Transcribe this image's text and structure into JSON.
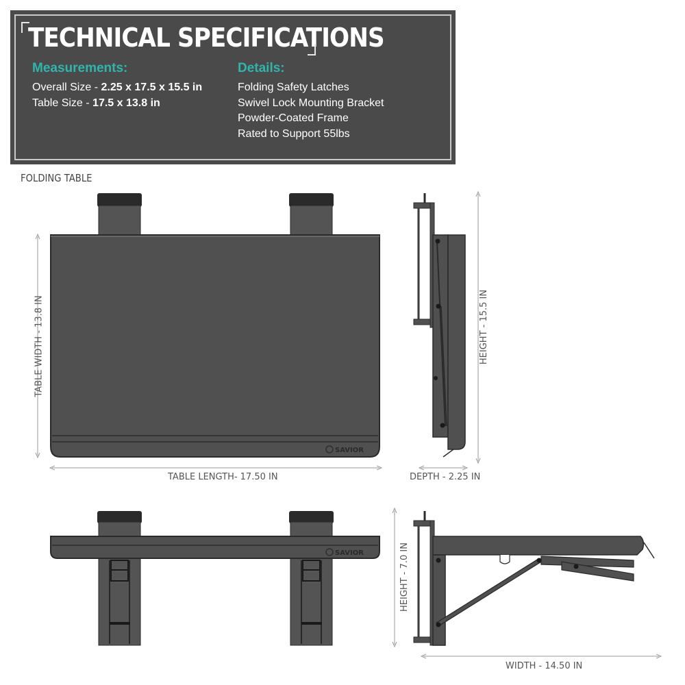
{
  "panel": {
    "title": "TECHNICAL SPECIFICATIONS",
    "measurements": {
      "heading": "Measurements:",
      "items": [
        {
          "label": "Overall Size - ",
          "value": "2.25 x 17.5 x 15.5 in"
        },
        {
          "label": "Table Size - ",
          "value": "17.5 x 13.8 in"
        }
      ]
    },
    "details": {
      "heading": "Details:",
      "items": [
        "Folding Safety Latches",
        "Swivel Lock Mounting Bracket",
        "Powder-Coated Frame",
        "Rated to Support 55lbs"
      ]
    }
  },
  "diagram": {
    "section_label": "FOLDING TABLE",
    "brand": "SAVIOR",
    "dimensions": {
      "table_width": "TABLE WIDTH - 13.8 IN",
      "table_length": "TABLE LENGTH- 17.50 IN",
      "height_folded": "HEIGHT - 15.5 IN",
      "depth": "DEPTH - 2.25 IN",
      "height_open": "HEIGHT - 7.0 IN",
      "width_open": "WIDTH - 14.50 IN"
    }
  },
  "colors": {
    "panel_bg": "#4a4a4a",
    "accent_teal": "#2fb5ad",
    "part_fill": "#4f4f4f",
    "part_stroke": "#2a2a2a",
    "dim_line": "#9a9a9a"
  }
}
